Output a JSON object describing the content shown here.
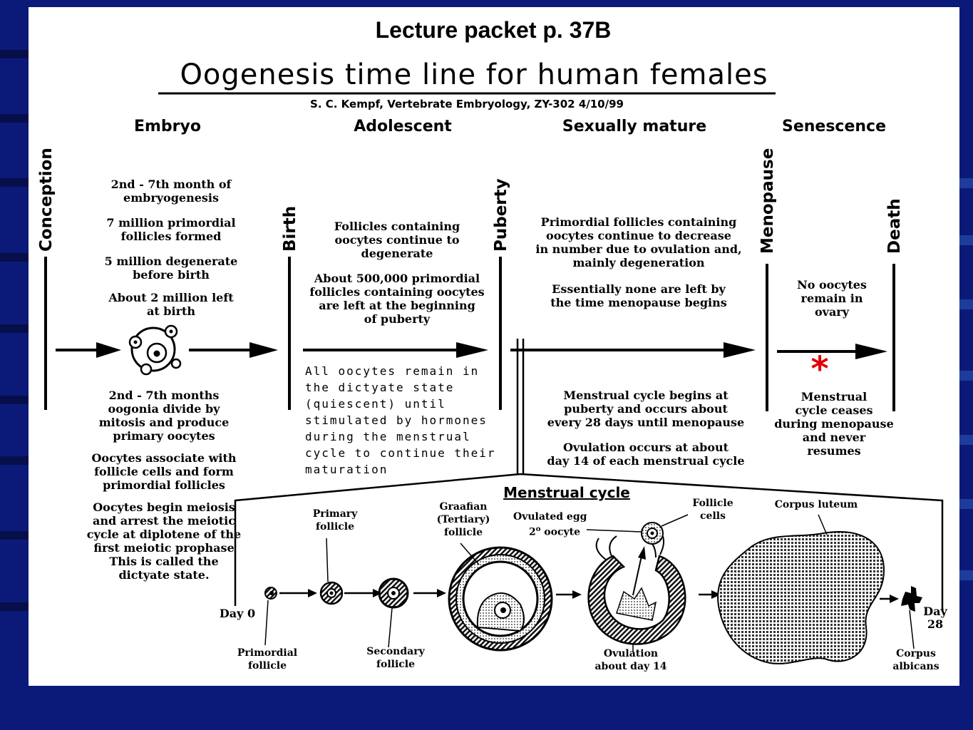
{
  "header": {
    "packet": "Lecture packet p. 37B",
    "title": "Oogenesis time line for human females",
    "subtitle": "S. C. Kempf, Vertebrate Embryology, ZY-302 4/10/99"
  },
  "stages": [
    "Embryo",
    "Adolescent",
    "Sexually mature",
    "Senescence"
  ],
  "milestones": [
    "Conception",
    "Birth",
    "Puberty",
    "Menopause",
    "Death"
  ],
  "embryo_top": [
    "2nd - 7th month of",
    "embryogenesis",
    "7 million primordial",
    "follicles formed",
    "5 million degenerate",
    "before birth",
    "About 2 million left",
    "at birth"
  ],
  "embryo_bottom": [
    "2nd - 7th months",
    "oogonia divide by",
    "mitosis and produce",
    "primary oocytes",
    "Oocytes associate with",
    "follicle cells and form",
    "primordial follicles",
    "Oocytes begin meiosis",
    "and arrest the meiotic",
    "cycle at diplotene of the",
    "first meiotic prophase",
    "This is called the",
    "dictyate state."
  ],
  "adolescent_top": [
    "Follicles containing",
    "oocytes continue to",
    "degenerate",
    "About 500,000 primordial",
    "follicles containing oocytes",
    "are left at the beginning",
    "of puberty"
  ],
  "adolescent_note": [
    "All oocytes remain in",
    "the dictyate state",
    "(quiescent) until",
    "stimulated by hormones",
    "during the menstrual",
    "cycle to continue their",
    "maturation"
  ],
  "mature_top": [
    "Primordial follicles containing",
    "oocytes continue to decrease",
    "in number due to ovulation and,",
    "mainly degeneration",
    "Essentially none are left by",
    "the time menopause begins"
  ],
  "mature_bottom": [
    "Menstrual cycle begins at",
    "puberty and occurs about",
    "every 28 days until menopause",
    "Ovulation occurs at about",
    "day 14 of each menstrual cycle"
  ],
  "senescence_top": [
    "No oocytes",
    "remain in",
    "ovary"
  ],
  "senescence_bottom": [
    "Menstrual",
    "cycle ceases",
    "during menopause",
    "and never",
    "resumes"
  ],
  "asterisk": "*",
  "menstrual_cycle": {
    "title": "Menstrual cycle",
    "day0": "Day 0",
    "day28": [
      "Day",
      "28"
    ],
    "labels": {
      "primary": [
        "Primary",
        "follicle"
      ],
      "graafian": [
        "Graafian",
        "(Tertiary)",
        "follicle"
      ],
      "ovulated_egg": [
        "Ovulated egg",
        "2",
        "o",
        " oocyte"
      ],
      "follicle_cells": [
        "Follicle",
        "cells"
      ],
      "corpus_luteum": "Corpus luteum",
      "primordial": [
        "Primordial",
        "follicle"
      ],
      "secondary": [
        "Secondary",
        "follicle"
      ],
      "ovulation": [
        "Ovulation",
        "about day 14"
      ],
      "corpus_albicans": [
        "Corpus",
        "albicans"
      ]
    }
  },
  "colors": {
    "background": "#0b1a78",
    "slide": "#ffffff",
    "asterisk": "#e00000"
  }
}
